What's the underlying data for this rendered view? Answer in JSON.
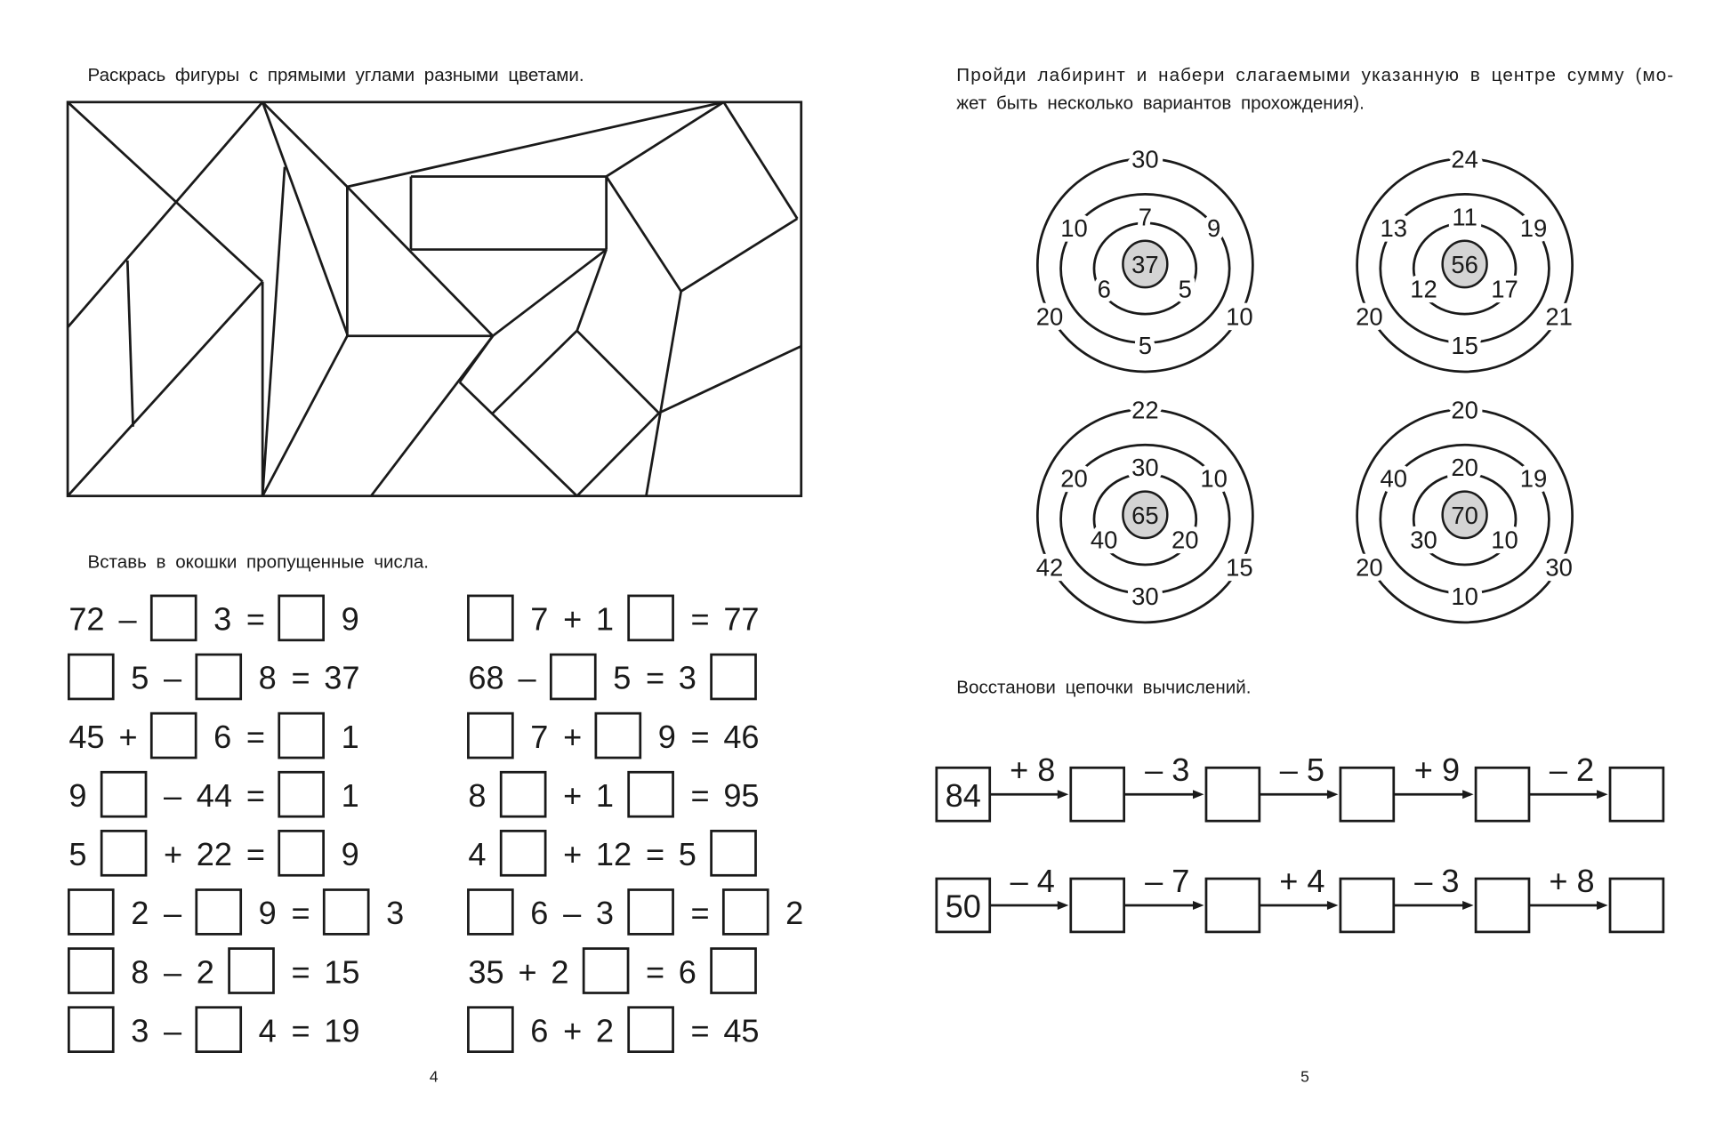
{
  "left_page": {
    "task1_instruction": "Раскрась фигуры с прямыми углами разными цветами.",
    "task2_instruction": "Вставь в окошки пропущенные числа.",
    "equations_left": [
      [
        "72",
        "–",
        null,
        "3",
        "=",
        null,
        "9"
      ],
      [
        null,
        "5",
        "–",
        null,
        "8",
        "=",
        "37"
      ],
      [
        "45",
        "+",
        null,
        "6",
        "=",
        null,
        "1"
      ],
      [
        "9",
        null,
        "–",
        "44",
        "=",
        null,
        "1"
      ],
      [
        "5",
        null,
        "+",
        "22",
        "=",
        null,
        "9"
      ],
      [
        null,
        "2",
        "–",
        null,
        "9",
        "=",
        null,
        "3"
      ],
      [
        null,
        "8",
        "–",
        "2",
        null,
        "=",
        "15"
      ],
      [
        null,
        "3",
        "–",
        null,
        "4",
        "=",
        "19"
      ]
    ],
    "equations_right": [
      [
        null,
        "7",
        "+",
        "1",
        null,
        "=",
        "77"
      ],
      [
        "68",
        "–",
        null,
        "5",
        "=",
        "3",
        null
      ],
      [
        null,
        "7",
        "+",
        null,
        "9",
        "=",
        "46"
      ],
      [
        "8",
        null,
        "+",
        "1",
        null,
        "=",
        "95"
      ],
      [
        "4",
        null,
        "+",
        "12",
        "=",
        "5",
        null
      ],
      [
        null,
        "6",
        "–",
        "3",
        null,
        "=",
        null,
        "2"
      ],
      [
        "35",
        "+",
        "2",
        null,
        "=",
        "6",
        null
      ],
      [
        null,
        "6",
        "+",
        "2",
        null,
        "=",
        "45"
      ]
    ],
    "page_number": "4"
  },
  "right_page": {
    "task3_instruction_line1": "Пройди лабиринт и набери слагаемыми указанную в центре сумму (мо-",
    "task3_instruction_line2": "жет быть несколько вариантов прохождения).",
    "mazes": [
      {
        "center": "37",
        "outer": [
          "30",
          "20",
          "10"
        ],
        "middle": [
          "10",
          "9",
          "5"
        ],
        "inner": [
          "7",
          "6",
          "5"
        ]
      },
      {
        "center": "56",
        "outer": [
          "24",
          "20",
          "21"
        ],
        "middle": [
          "13",
          "19",
          "15"
        ],
        "inner": [
          "11",
          "12",
          "17"
        ]
      },
      {
        "center": "65",
        "outer": [
          "22",
          "42",
          "15"
        ],
        "middle": [
          "20",
          "10",
          "30"
        ],
        "inner": [
          "30",
          "40",
          "20"
        ]
      },
      {
        "center": "70",
        "outer": [
          "20",
          "20",
          "30"
        ],
        "middle": [
          "40",
          "19",
          "10"
        ],
        "inner": [
          "20",
          "30",
          "10"
        ]
      }
    ],
    "task4_instruction": "Восстанови цепочки вычислений.",
    "chains": [
      {
        "start": "84",
        "ops": [
          "+ 8",
          "– 3",
          "– 5",
          "+ 9",
          "– 2"
        ]
      },
      {
        "start": "50",
        "ops": [
          "– 4",
          "– 7",
          "+ 4",
          "– 3",
          "+ 8"
        ]
      }
    ],
    "page_number": "5"
  },
  "colors": {
    "ink": "#1a1a1a",
    "maze_center_fill": "#d4d4d4"
  }
}
